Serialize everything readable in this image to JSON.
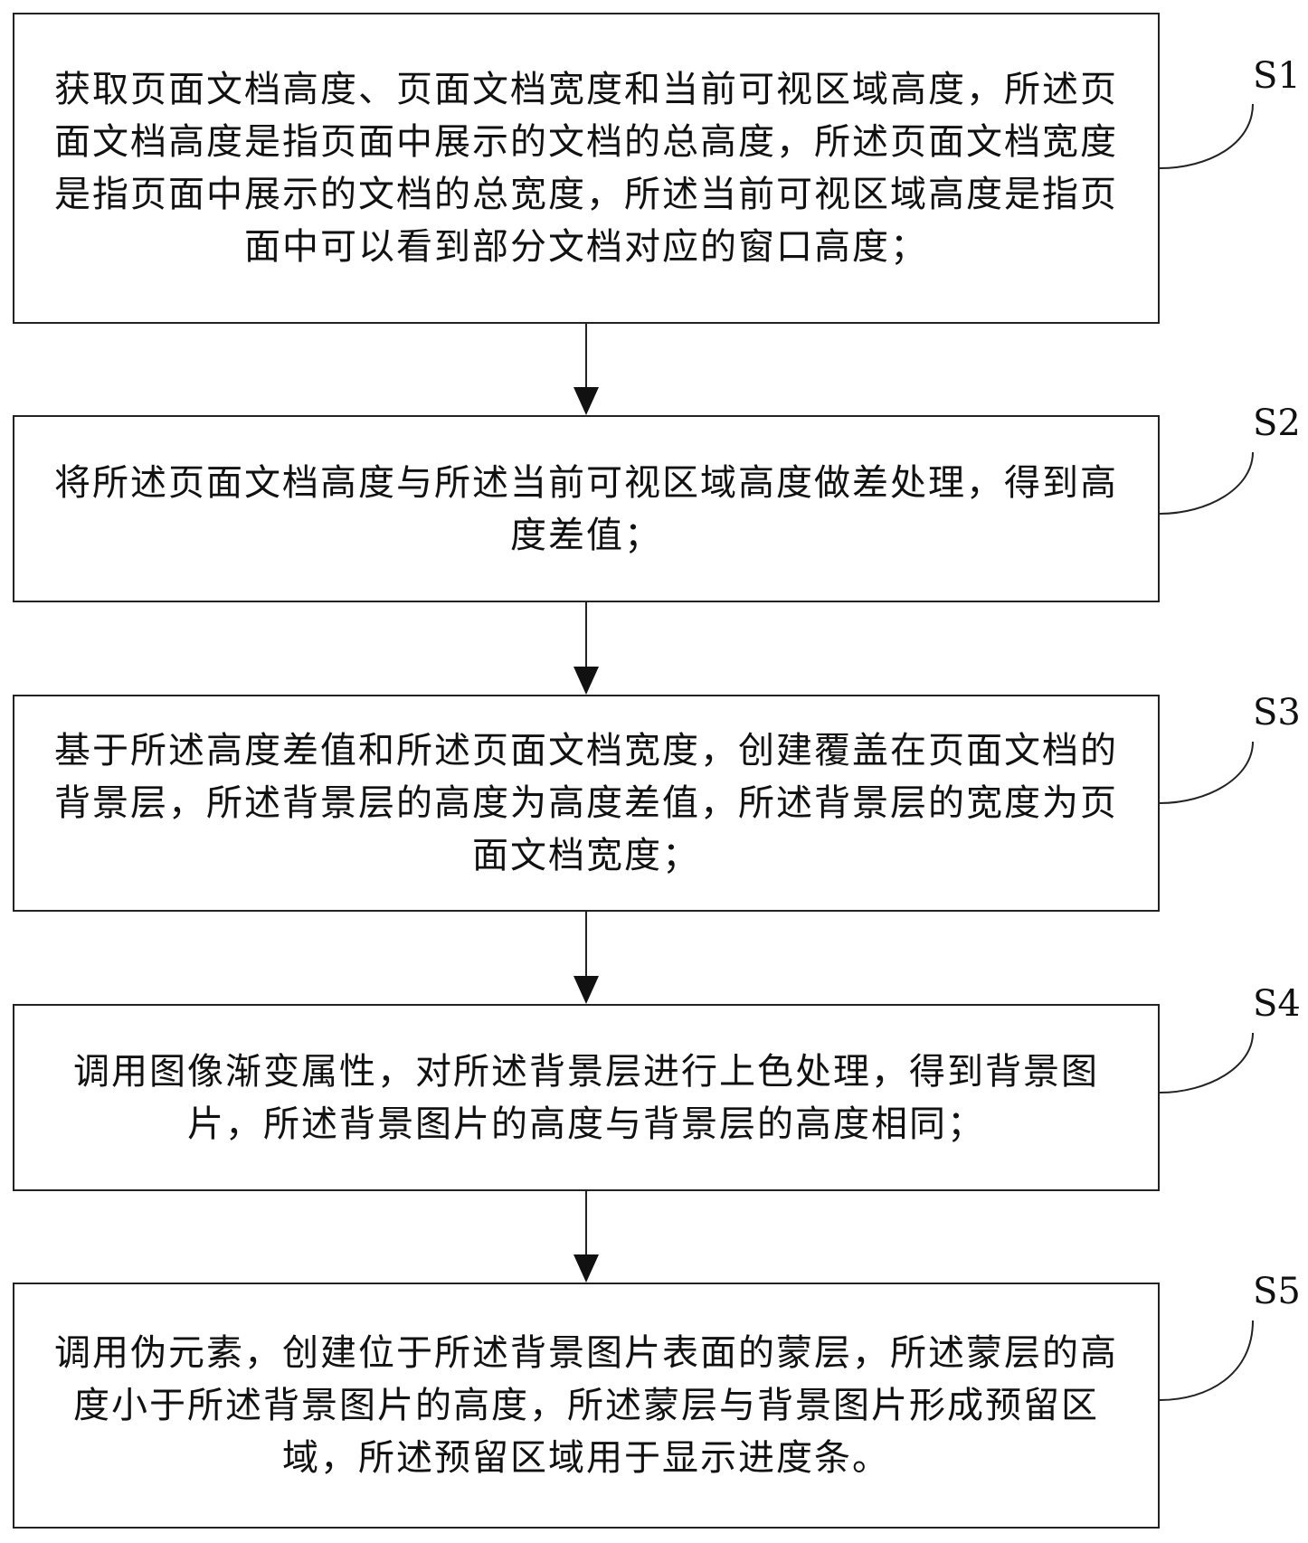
{
  "steps": [
    {
      "label": "S1",
      "text": "获取页面文档高度、页面文档宽度和当前可视区域高度，所述页面文档高度是指页面中展示的文档的总高度，所述页面文档宽度是指页面中展示的文档的总宽度，所述当前可视区域高度是指页面中可以看到部分文档对应的窗口高度；"
    },
    {
      "label": "S2",
      "text": "将所述页面文档高度与所述当前可视区域高度做差处理，得到高度差值；"
    },
    {
      "label": "S3",
      "text": "基于所述高度差值和所述页面文档宽度，创建覆盖在页面文档的背景层，所述背景层的高度为高度差值，所述背景层的宽度为页面文档宽度；"
    },
    {
      "label": "S4",
      "text": "调用图像渐变属性，对所述背景层进行上色处理，得到背景图片，所述背景图片的高度与背景层的高度相同；"
    },
    {
      "label": "S5",
      "text": "调用伪元素，创建位于所述背景图片表面的蒙层，所述蒙层的高度小于所述背景图片的高度，所述蒙层与背景图片形成预留区域，所述预留区域用于显示进度条。"
    }
  ]
}
